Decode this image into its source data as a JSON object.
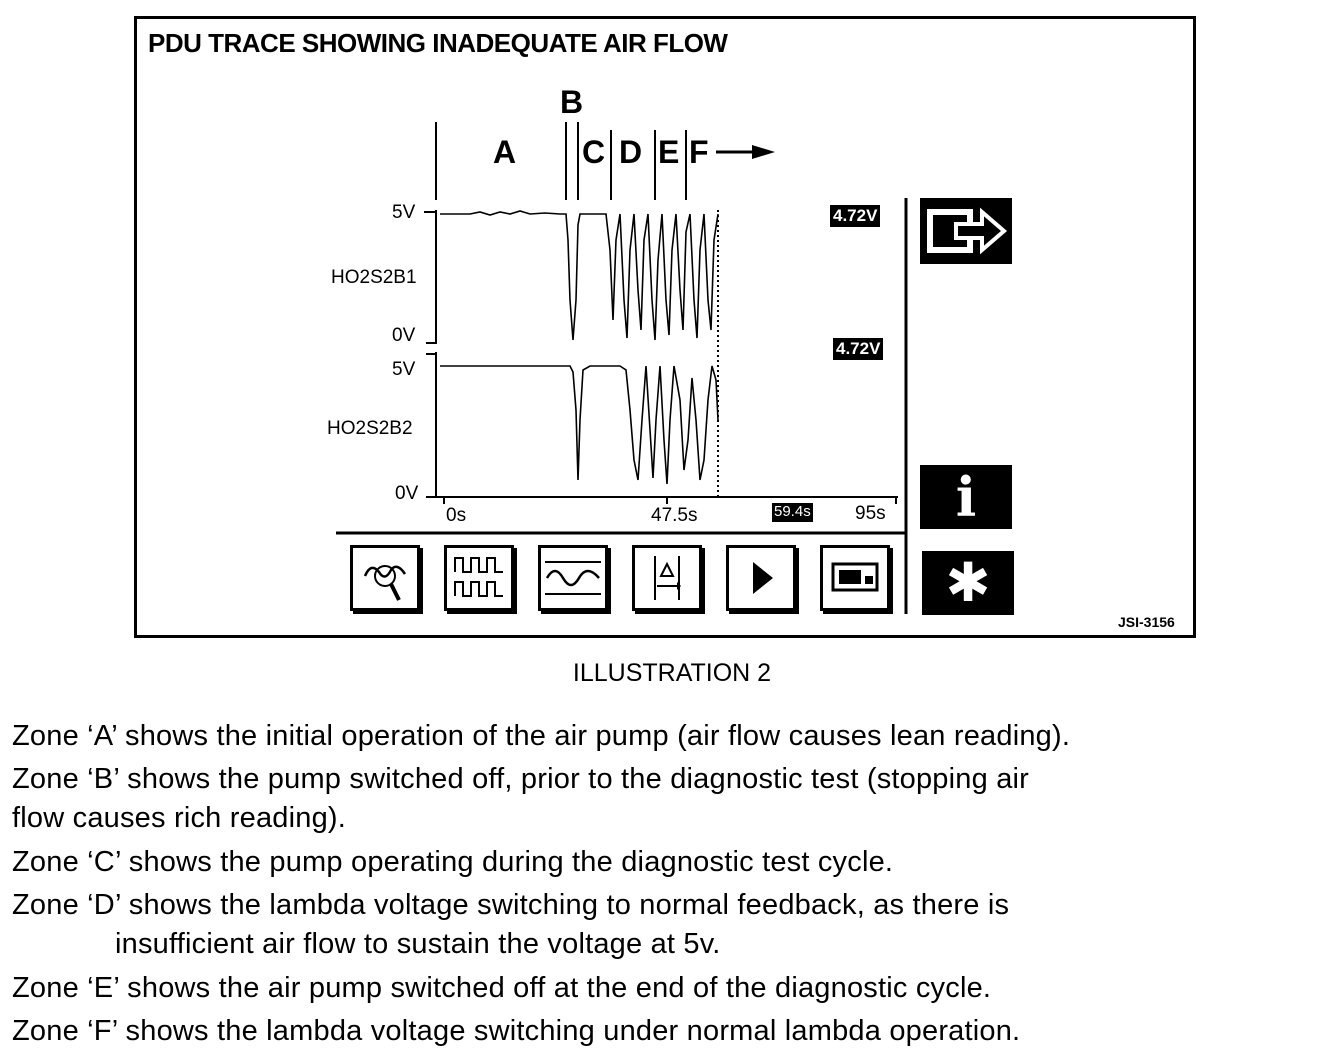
{
  "figure": {
    "title": "PDU TRACE SHOWING INADEQUATE  AIR FLOW",
    "zones": [
      "A",
      "B",
      "C",
      "D",
      "E",
      "F"
    ],
    "channels": [
      {
        "name": "HO2S2B1",
        "top_label": "5V",
        "bottom_label": "0V",
        "readout": "4.72V"
      },
      {
        "name": "HO2S2B2",
        "top_label": "5V",
        "bottom_label": "0V",
        "readout": "4.72V"
      }
    ],
    "time_axis": {
      "start": "0s",
      "mid": "47.5s",
      "cursor": "59.4s",
      "end": "95s"
    },
    "toolbar_icons": [
      "probe-icon",
      "dual-trace-icon",
      "single-trace-icon",
      "cursor-delta-icon",
      "play-icon",
      "display-icon"
    ],
    "side_icons": [
      "exit-icon",
      "info-icon",
      "asterisk-icon"
    ],
    "side_glyphs": {
      "info": "i",
      "asterisk": "✱"
    },
    "figure_id": "JSI-3156"
  },
  "caption": "ILLUSTRATION 2",
  "zone_descriptions": [
    {
      "line1": "Zone ‘A’ shows the initial operation of the air pump (air flow causes lean reading)."
    },
    {
      "line1": "Zone ‘B’ shows the pump switched off, prior to the diagnostic test (stopping air",
      "line2": "flow causes rich reading)."
    },
    {
      "line1": "Zone ‘C’ shows the pump operating during the diagnostic test cycle."
    },
    {
      "line1": "Zone ‘D’ shows the lambda voltage switching to normal feedback, as there is",
      "line2": "insufficient air flow to sustain the voltage at 5v."
    },
    {
      "line1": "Zone ‘E’ shows the air pump switched off at the end of the diagnostic cycle."
    },
    {
      "line1": "Zone ‘F’ shows the lambda voltage switching under normal lambda operation."
    }
  ]
}
